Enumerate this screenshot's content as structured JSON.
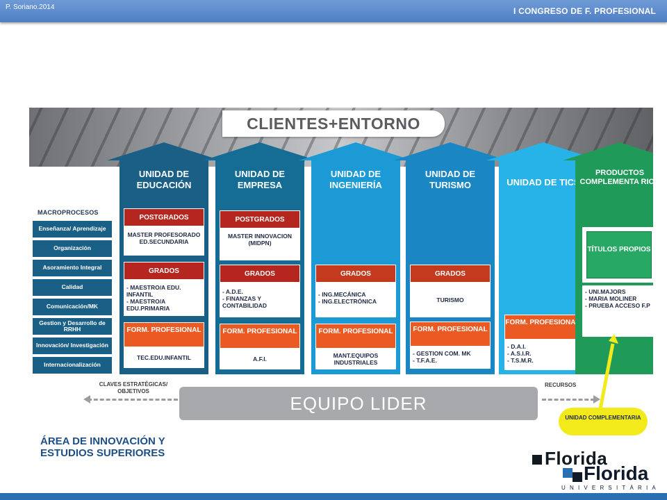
{
  "header": {
    "author": "P. Soriano.2014",
    "congress": "I CONGRESO  DE F. PROFESIONAL"
  },
  "diagram": {
    "title": "CLIENTES+ENTORNO",
    "macroprocesos_title": "MACROPROCESOS",
    "macroprocesos": [
      "Enseñanza/ Aprendizaje",
      "Organización",
      "Asoramiento Integral",
      "Calidad",
      "Comunicación/MK",
      "Gestion y Desarrollo de RRHH",
      "Innovación/ Investigación",
      "Internacionalización"
    ],
    "columns": {
      "educacion": {
        "title": "UNIDAD DE EDUCACIÓN",
        "postgrados_label": "POSTGRADOS",
        "postgrados_body": "MASTER PROFESORADO ED.SECUNDARIA",
        "grados_label": "GRADOS",
        "grados_body_1": "-  MAESTRO/A EDU. INFANTIL",
        "grados_body_2": "-  MAESTRO/A EDU.PRIMARIA",
        "fp_label": "FORM. PROFESIONAL",
        "fp_body": "TEC.EDU.INFANTIL"
      },
      "empresa": {
        "title": "UNIDAD DE EMPRESA",
        "postgrados_label": "POSTGRADOS",
        "postgrados_body": "MASTER INNOVACION (MIDPN)",
        "grados_label": "GRADOS",
        "grados_body_1": "-  A.D.E.",
        "grados_body_2": "-  FINANZAS Y CONTABILIDAD",
        "fp_label": "FORM. PROFESIONAL",
        "fp_body": "A.F.I."
      },
      "ingenieria": {
        "title": "UNIDAD DE INGENIERÍA",
        "grados_label": "GRADOS",
        "grados_body_1": "- ING.MECÁNICA",
        "grados_body_2": "- ING.ELECTRÓNICA",
        "fp_label": "FORM. PROFESIONAL",
        "fp_body": "MANT.EQUIPOS INDUSTRIALES"
      },
      "turismo": {
        "title": "UNIDAD DE TURISMO",
        "grados_label": "GRADOS",
        "grados_body": "TURISMO",
        "fp_label": "FORM. PROFESIONAL",
        "fp_body_1": "- GESTION COM. MK",
        "fp_body_2": "- T.F.A.E."
      },
      "tics": {
        "title": "UNIDAD DE TICS",
        "fp_label": "FORM. PROFESIONAL",
        "fp_body_1": "-        D.A.I.",
        "fp_body_2": "-        A.S.I.R.",
        "fp_body_3": "-        T.S.M.R."
      },
      "productos": {
        "title": "PRODUCTOS COMPLEMENTA RIOS",
        "titulos_label": "TÍTULOS PROPIOS",
        "body_1": "- UNI.MAJORS",
        "body_2": "- MARIA MOLINER",
        "body_3": "- PRUEBA ACCESO F.P"
      }
    },
    "claves": "CLAVES ESTRATÉGICAS/ OBJETIVOS",
    "recursos": "RECURSOS",
    "equipo": "EQUIPO LIDER",
    "unidad_complementaria": "UNIDAD COMPLEMENTARIA",
    "area": "ÁREA DE INNOVACIÓN Y ESTUDIOS SUPERIORES",
    "inner_logo": "Florida"
  },
  "logo": {
    "word": "Florida",
    "sub": "UNIVERSITÀRIA"
  },
  "colors": {
    "educacion": "#1a5f86",
    "empresa": "#156d95",
    "ingenieria": "#1b9ad6",
    "turismo": "#1b86c4",
    "tics": "#27b3e8",
    "productos": "#1f9a58"
  }
}
